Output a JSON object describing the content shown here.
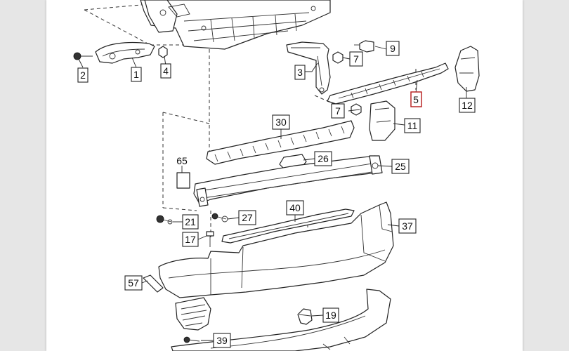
{
  "diagram": {
    "labels": {
      "p1": "1",
      "p2": "2",
      "p3": "3",
      "p4": "4",
      "p5": "5",
      "p7a": "7",
      "p7b": "7",
      "p9": "9",
      "p11": "11",
      "p12": "12",
      "p17": "17",
      "p19": "19",
      "p21": "21",
      "p25": "25",
      "p26": "26",
      "p27": "27",
      "p30": "30",
      "p37": "37",
      "p39": "39",
      "p40": "40",
      "p57": "57",
      "p65": "65"
    },
    "highlighted_part": "5",
    "colors": {
      "highlight": "#b51a1a",
      "line": "#222222",
      "page": "#ffffff",
      "background": "#e6e6e6"
    }
  }
}
